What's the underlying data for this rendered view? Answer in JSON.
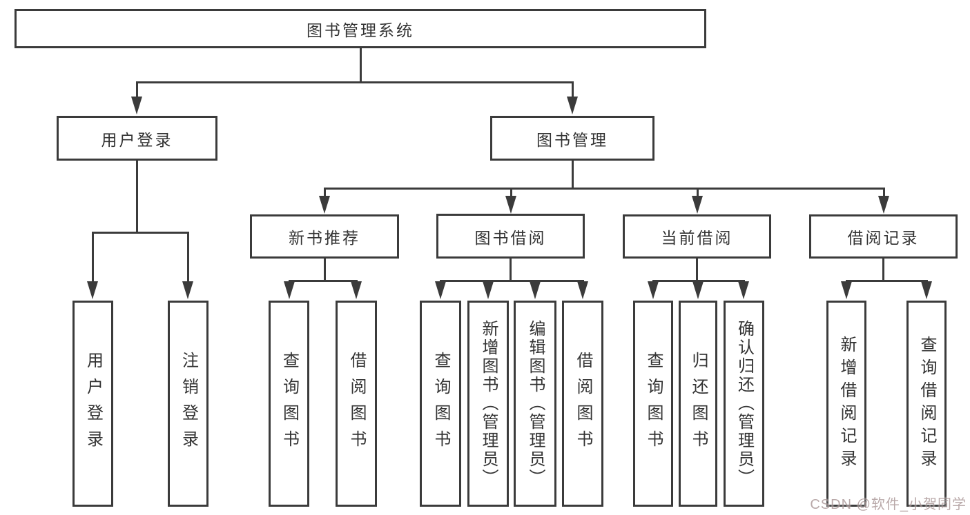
{
  "tree": {
    "root": {
      "label": "图书管理系统"
    },
    "branches": [
      {
        "label": "用户登录",
        "children": [
          {
            "label": "用户登录"
          },
          {
            "label": "注销登录"
          }
        ]
      },
      {
        "label": "图书管理",
        "groups": [
          {
            "label": "新书推荐",
            "children": [
              {
                "label": "查询图书"
              },
              {
                "label": "借阅图书"
              }
            ]
          },
          {
            "label": "图书借阅",
            "children": [
              {
                "label": "查询图书"
              },
              {
                "label": "新增图书（管理员）"
              },
              {
                "label": "编辑图书（管理员）"
              },
              {
                "label": "借阅图书"
              }
            ]
          },
          {
            "label": "当前借阅",
            "children": [
              {
                "label": "查询图书"
              },
              {
                "label": "归还图书"
              },
              {
                "label": "确认归还（管理员）"
              }
            ]
          },
          {
            "label": "借阅记录",
            "children": [
              {
                "label": "新增借阅记录"
              },
              {
                "label": "查询借阅记录"
              }
            ]
          }
        ]
      }
    ]
  },
  "watermark": {
    "text": "CSDN @软件_小贺同学",
    "color": "#a89494"
  },
  "colors": {
    "line": "#3b3b3b",
    "box_border": "#3b3b3b",
    "text": "#333333",
    "background": "#ffffff"
  }
}
